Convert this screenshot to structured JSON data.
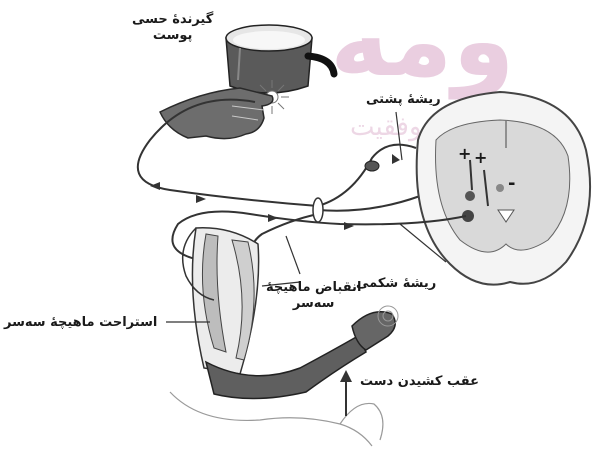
{
  "labels": {
    "skin_receptor_line1": "گیرندهٔ حسی",
    "skin_receptor_line2": "پوست",
    "dorsal_root": "ریشهٔ پشتی",
    "ventral_root": "ریشهٔ شکمی",
    "biceps_contraction_line1": "انقباض ماهیچهٔ",
    "biceps_contraction_line2": "سه‌سر",
    "triceps_relaxation": "استراحت ماهیچهٔ سه‌سر",
    "hand_withdrawal": "عقب کشیدن دست"
  },
  "spinal_cord_signs": {
    "plus_top_left": "+",
    "plus_top_right": "+",
    "minus": "-"
  },
  "watermark": {
    "logo_text": "ومه",
    "tagline": "بی‌مرز در موفقیت"
  },
  "colors": {
    "watermark": "#d9a7c7",
    "line_art": "#333333"
  }
}
